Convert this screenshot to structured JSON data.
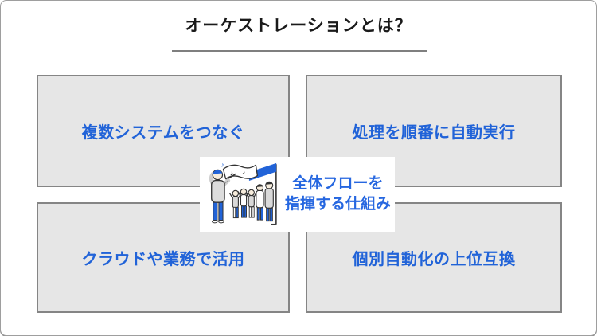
{
  "slide": {
    "title": "オーケストレーションとは？",
    "boxes": [
      {
        "position": "top-left",
        "label": "複数システムをつなぐ"
      },
      {
        "position": "top-right",
        "label": "処理を順番に自動実行"
      },
      {
        "position": "bottom-left",
        "label": "クラウドや業務で活用"
      },
      {
        "position": "bottom-right",
        "label": "個別自動化の上位互換"
      }
    ],
    "center": {
      "line1": "全体フローを",
      "line2": "指揮する仕組み",
      "illustration": "conductor-leading-choir-with-flag-and-music-notes"
    },
    "colors": {
      "accent_blue": "#2163d8",
      "caption_blue": "#2667e0",
      "box_fill": "#e6e6e6",
      "box_border": "#858585",
      "title_text": "#1a1a1a",
      "underline_gray": "#7f7f7f"
    }
  }
}
